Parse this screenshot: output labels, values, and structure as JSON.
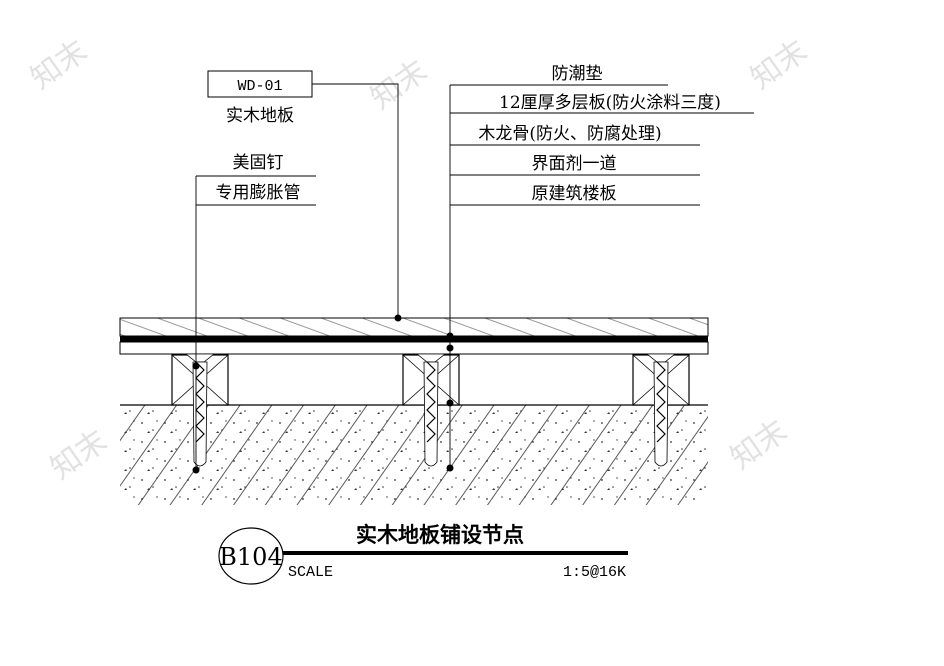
{
  "tag": {
    "code": "WD-01",
    "material": "实木地板"
  },
  "left_callout": {
    "line1": "美固钉",
    "line2": "专用膨胀管"
  },
  "layer_callouts": [
    "防潮垫",
    "12厘厚多层板(防火涂料三度)",
    "木龙骨(防火、防腐处理)",
    "界面剂一道",
    "原建筑楼板"
  ],
  "title_block": {
    "number": "B104",
    "title": "实木地板铺设节点",
    "scale_label": "SCALE",
    "scale_value": "1:5@16K"
  },
  "watermark": "知末"
}
